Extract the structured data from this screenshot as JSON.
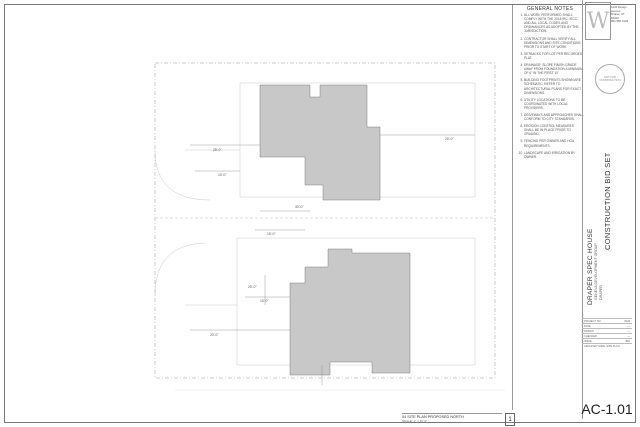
{
  "general_notes": {
    "heading": "GENERAL NOTES",
    "items": [
      "ALL WORK PERFORMED SHALL COMPLY WITH THE 2018 IRC, IECC, AND ALL LOCAL CODES AND ORDINANCES AS ADOPTED BY THE JURISDICTION.",
      "CONTRACTOR SHALL VERIFY ALL DIMENSIONS AND SITE CONDITIONS PRIOR TO START OF WORK.",
      "SETBACKS FOR LOT PER RECORDED PLAT.",
      "DRAINAGE: SLOPE FINISH GRADE AWAY FROM FOUNDATION A MINIMUM OF 6\" IN THE FIRST 10'.",
      "BUILDING FOOTPRINTS SHOWN ARE SCHEMATIC. REFER TO ARCHITECTURAL PLANS FOR EXACT DIMENSIONS.",
      "UTILITY LOCATIONS TO BE COORDINATED WITH LOCAL PROVIDERS.",
      "DRIVEWAYS AND APPROACHES SHALL CONFORM TO CITY STANDARDS.",
      "EROSION CONTROL MEASURES SHALL BE IN PLACE PRIOR TO GRADING.",
      "FENCING PER OWNER AND HOA REQUIREMENTS.",
      "LANDSCAPE AND IRRIGATION BY OWNER."
    ]
  },
  "firm": {
    "logo": "W",
    "lines": [
      "1234 Design Avenue",
      "Draper, UT 84020",
      "801.555.0123"
    ]
  },
  "seal": "NOT FOR CONSTRUCTION",
  "project": {
    "set_title": "CONSTRUCTION BID SET",
    "name": "DRAPER SPEC HOUSE",
    "developer": "GENEVA DEVELOPMENT GROUP",
    "city": "DRAPER"
  },
  "sheet": {
    "number": "AC-1.01",
    "view_label": "04 SITE PLAN PROPOSED NORTH",
    "scale": "SCALE: 1\" = 10'-0\"",
    "view_number": "1",
    "sheet_title": "ARCHITECTURAL SITE PLAN"
  },
  "info_rows": [
    {
      "k": "PROJECT NO.",
      "v": "2023"
    },
    {
      "k": "DATE",
      "v": "—"
    },
    {
      "k": "DRAWN",
      "v": "—"
    },
    {
      "k": "CHECKED",
      "v": "—"
    },
    {
      "k": "ISSUE",
      "v": "BID"
    }
  ],
  "dims": [
    "25'-0\"",
    "10'-0\"",
    "30'-0\"",
    "20'-0\"",
    "15'-0\"",
    "25'-0\"",
    "20'-0\"",
    "10'-0\""
  ]
}
